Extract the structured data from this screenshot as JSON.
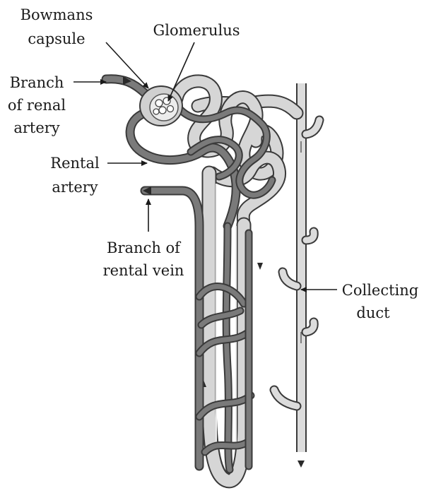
{
  "labels": {
    "bowmans_capsule": [
      "Bowmans",
      "capsule"
    ],
    "glomerulus": "Glomerulus",
    "branch_renal_artery": [
      "Branch",
      "of renal",
      "artery"
    ],
    "rental_artery": [
      "Rental",
      "artery"
    ],
    "branch_rental_vein": [
      "Branch of",
      "rental vein"
    ],
    "collecting_duct": [
      "Collecting",
      "duct"
    ]
  },
  "colors": {
    "tubule": "#d6d6d6",
    "vessel": "#7a7a7a",
    "outline": "#3a3a3a",
    "text": "#1a1a1a"
  }
}
